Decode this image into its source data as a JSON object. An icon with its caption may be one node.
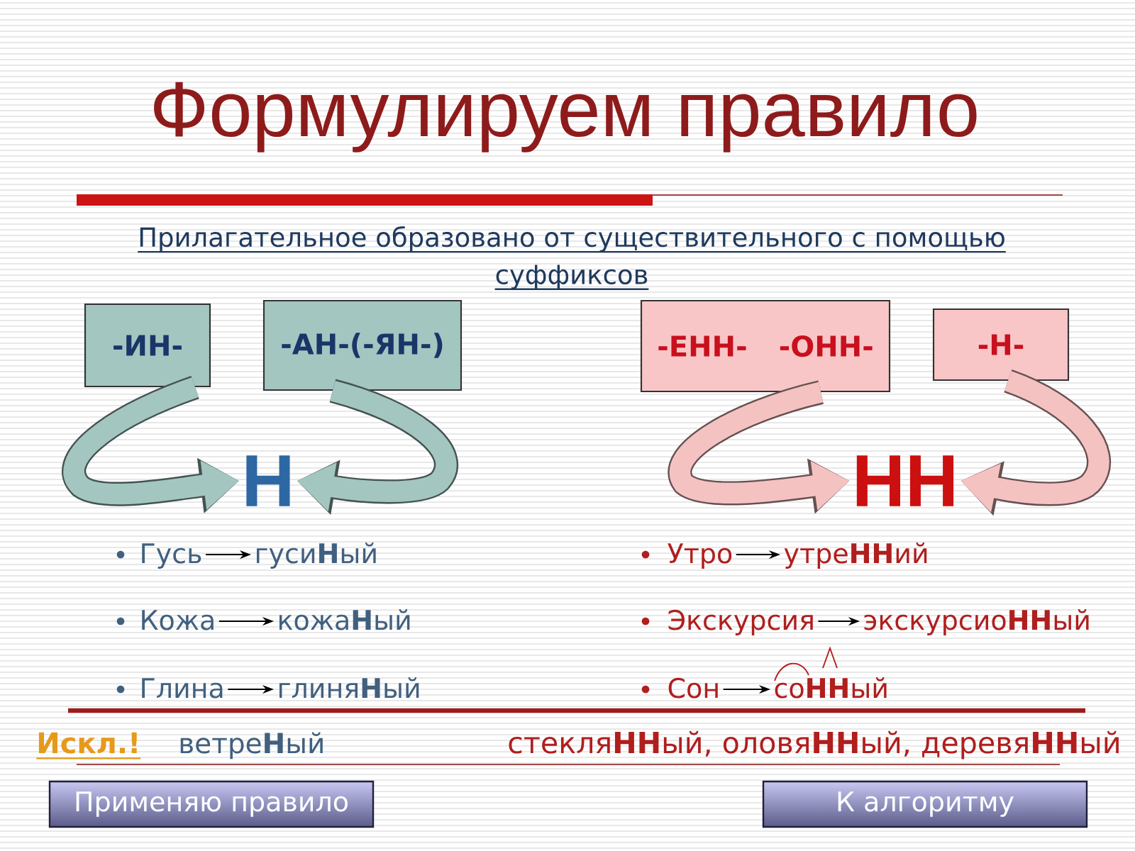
{
  "diagram": {
    "title": "Формулируем правило",
    "nodes": [
      {
        "text": [
          "-ИН-"
        ]
      },
      {
        "text": [
          "-АН-(-ЯН-)"
        ]
      },
      {
        "text": [
          "-ЕНН-",
          "-ОНН-"
        ]
      },
      {
        "text": [
          "-Н-"
        ]
      },
      {
        "text": [
          "Н"
        ]
      },
      {
        "text": [
          "НН"
        ]
      },
      {
        "text": [
          "Гусь"
        ]
      },
      {
        "text": [
          "гуси**Н**ый"
        ]
      },
      {
        "text": [
          "Утро"
        ]
      },
      {
        "text": [
          "утре**НН**ий"
        ]
      },
      {
        "text": [
          "Кожа"
        ]
      },
      {
        "text": [
          "кожа**Н**ый"
        ]
      },
      {
        "text": [
          "Экскурсия"
        ]
      },
      {
        "text": [
          "экскурсио**НН**ый"
        ]
      },
      {
        "text": [
          "Глина"
        ]
      },
      {
        "text": [
          "глиня**Н**ый"
        ]
      },
      {
        "text": [
          "Сон"
        ]
      },
      {
        "text": [
          "со**НН**ый"
        ]
      },
      {
        "text": [
          "Применяю правило"
        ]
      },
      {
        "text": [
          "К алгоритму"
        ]
      }
    ],
    "edges": [
      {
        "from": 0,
        "to": 4,
        "arrow": "to",
        "style": "thick",
        "color": "#a4c6c1"
      },
      {
        "from": 1,
        "to": 4,
        "arrow": "to",
        "style": "thick",
        "color": "#a4c6c1"
      },
      {
        "from": 2,
        "to": 5,
        "arrow": "to",
        "style": "thick",
        "color": "#f5c2c2"
      },
      {
        "from": 3,
        "to": 5,
        "arrow": "to",
        "style": "thick",
        "color": "#f5c2c2"
      },
      {
        "from": 6,
        "to": 7,
        "arrow": "to"
      },
      {
        "from": 8,
        "to": 9,
        "arrow": "to"
      },
      {
        "from": 10,
        "to": 11,
        "arrow": "to"
      },
      {
        "from": 12,
        "to": 13,
        "arrow": "to"
      },
      {
        "from": 14,
        "to": 15,
        "arrow": "to"
      },
      {
        "from": 16,
        "to": 17,
        "arrow": "to"
      }
    ],
    "labels": [
      "Прилагательное образовано от существительного с помощью суффиксов",
      "Искл.!",
      "ветре**Н**ый",
      "стекля**НН**ый, оловя**НН**ый, деревя**НН**ый"
    ]
  }
}
